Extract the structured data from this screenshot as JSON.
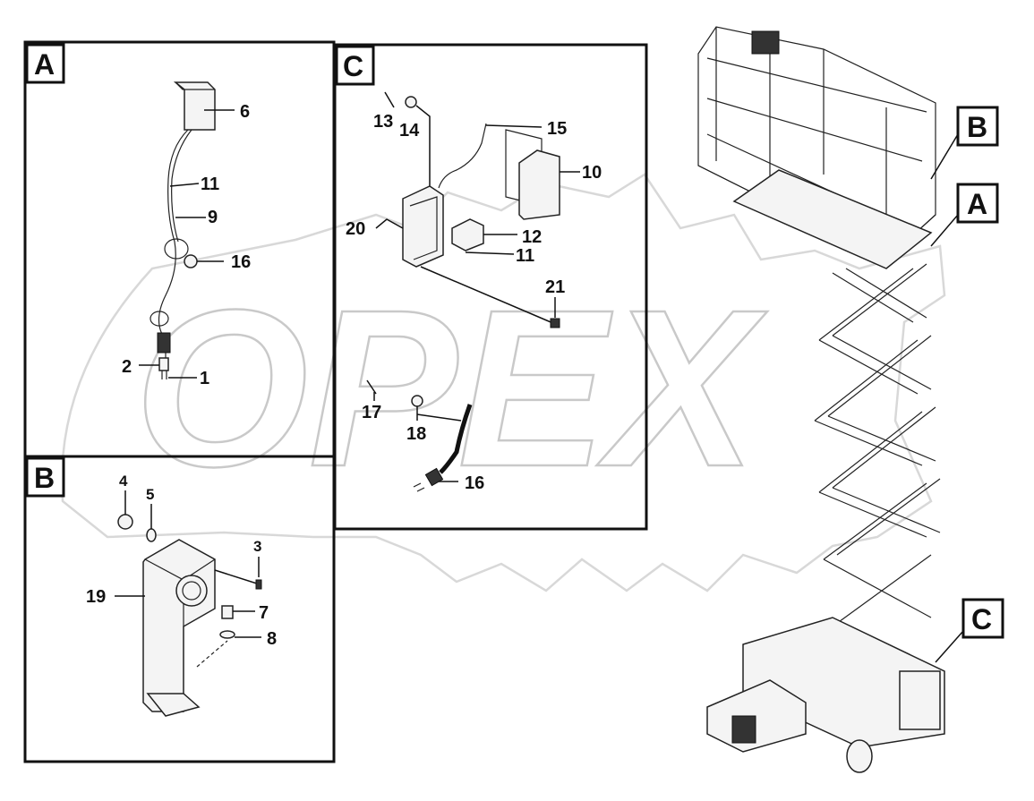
{
  "watermark": {
    "text": "OPEX"
  },
  "panels": {
    "A": {
      "letter": "A",
      "callouts": [
        "6",
        "11",
        "9",
        "16",
        "2",
        "1"
      ]
    },
    "B": {
      "letter": "B",
      "callouts": [
        "4",
        "5",
        "3",
        "19",
        "7",
        "8"
      ]
    },
    "C": {
      "letter": "C",
      "callouts": [
        "13",
        "14",
        "15",
        "10",
        "20",
        "12",
        "11",
        "21",
        "17",
        "18",
        "16"
      ]
    }
  },
  "machine_tags": [
    "B",
    "A",
    "C"
  ]
}
